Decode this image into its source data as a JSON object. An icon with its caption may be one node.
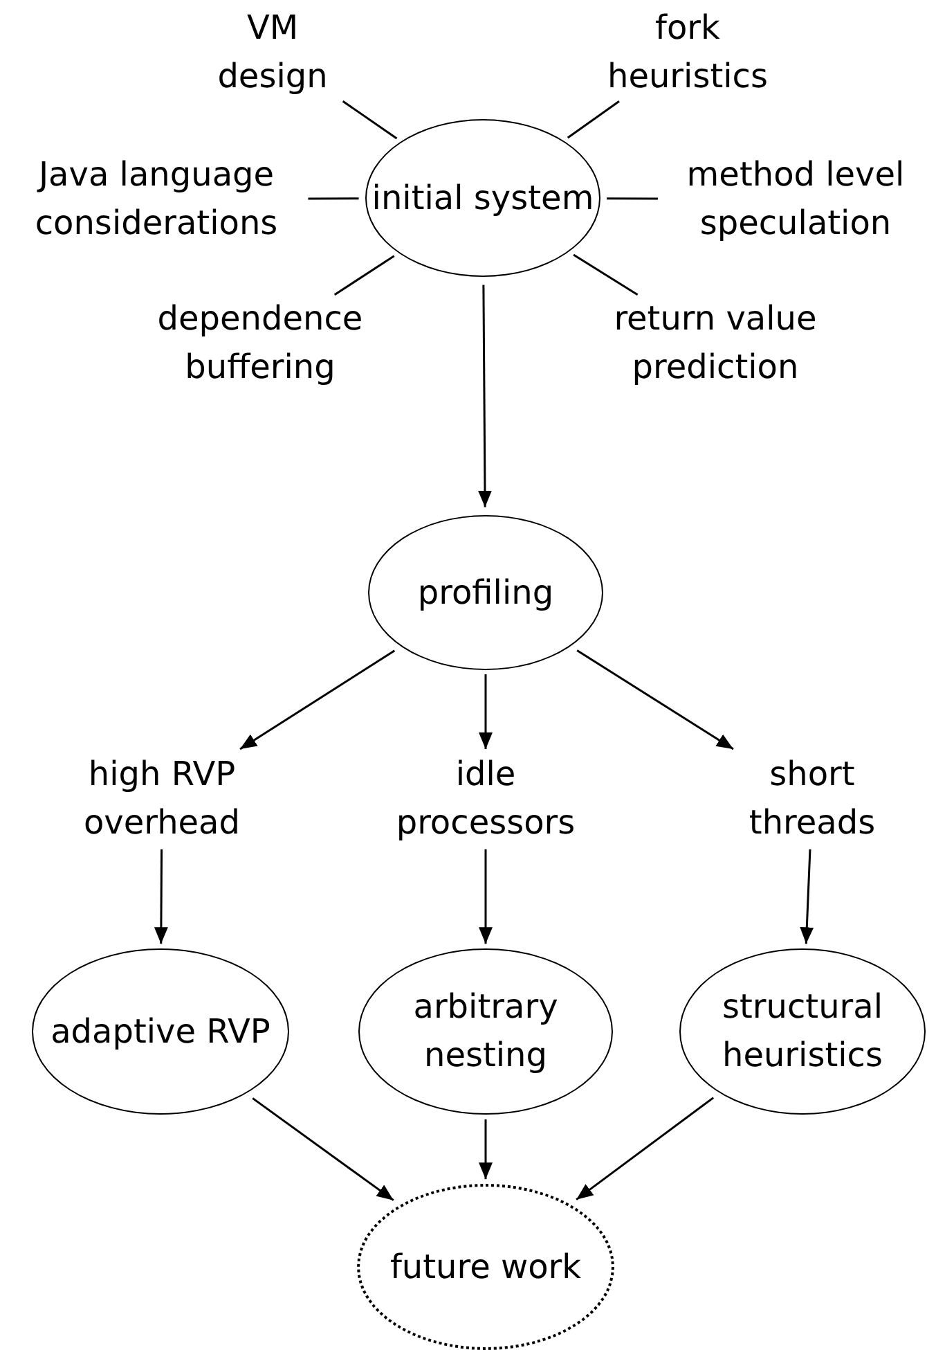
{
  "diagram": {
    "nodes": [
      {
        "text": [
          "initial system"
        ]
      },
      {
        "text": [
          "VM design"
        ]
      },
      {
        "text": [
          "fork heuristics"
        ]
      },
      {
        "text": [
          "Java language considerations"
        ]
      },
      {
        "text": [
          "method level speculation"
        ]
      },
      {
        "text": [
          "dependence buffering"
        ]
      },
      {
        "text": [
          "return value prediction"
        ]
      },
      {
        "text": [
          "profiling"
        ]
      },
      {
        "text": [
          "high RVP overhead"
        ]
      },
      {
        "text": [
          "idle processors"
        ]
      },
      {
        "text": [
          "short threads"
        ]
      },
      {
        "text": [
          "adaptive RVP"
        ]
      },
      {
        "text": [
          "arbitrary nesting"
        ]
      },
      {
        "text": [
          "structural heuristics"
        ]
      },
      {
        "text": [
          "future work"
        ]
      }
    ],
    "edges": [
      {
        "from": 1,
        "to": 0,
        "arrow": "none"
      },
      {
        "from": 2,
        "to": 0,
        "arrow": "none"
      },
      {
        "from": 3,
        "to": 0,
        "arrow": "none"
      },
      {
        "from": 4,
        "to": 0,
        "arrow": "none"
      },
      {
        "from": 5,
        "to": 0,
        "arrow": "none"
      },
      {
        "from": 6,
        "to": 0,
        "arrow": "none"
      },
      {
        "from": 0,
        "to": 7,
        "arrow": "to"
      },
      {
        "from": 7,
        "to": 8,
        "arrow": "to"
      },
      {
        "from": 7,
        "to": 9,
        "arrow": "to"
      },
      {
        "from": 7,
        "to": 10,
        "arrow": "to"
      },
      {
        "from": 8,
        "to": 11,
        "arrow": "to"
      },
      {
        "from": 9,
        "to": 12,
        "arrow": "to"
      },
      {
        "from": 10,
        "to": 13,
        "arrow": "to"
      },
      {
        "from": 11,
        "to": 14,
        "arrow": "to"
      },
      {
        "from": 12,
        "to": 14,
        "arrow": "to"
      },
      {
        "from": 13,
        "to": 14,
        "arrow": "to"
      }
    ]
  }
}
